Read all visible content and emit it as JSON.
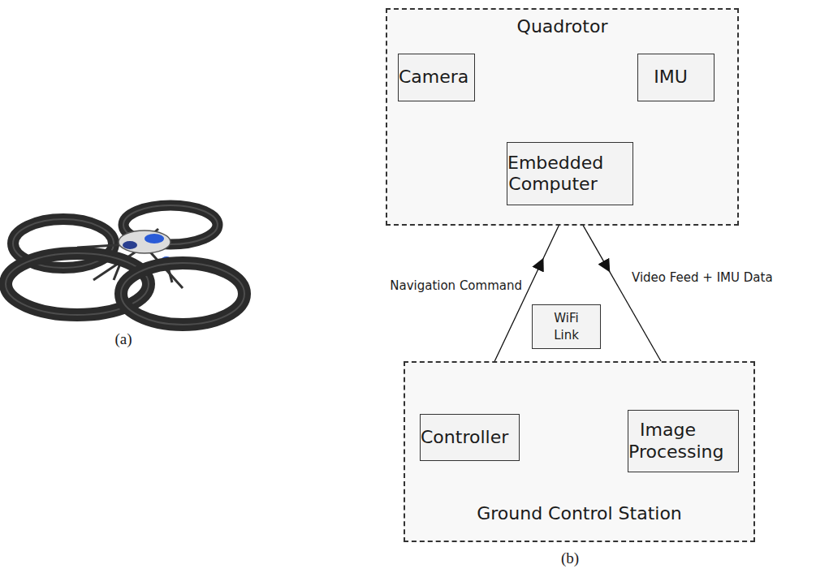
{
  "diagram": {
    "nodes": [
      {
        "text": [
          "Quadrotor"
        ]
      },
      {
        "text": [
          "Camera"
        ],
        "in": 0
      },
      {
        "text": [
          "IMU"
        ],
        "in": 0
      },
      {
        "text": [
          "Embedded Computer"
        ],
        "in": 0
      },
      {
        "text": [
          "WiFi Link"
        ]
      },
      {
        "text": [
          "Ground Control Station"
        ]
      },
      {
        "text": [
          "Controller"
        ],
        "in": 5
      },
      {
        "text": [
          "Image Processing"
        ],
        "in": 5
      }
    ],
    "edges": [
      {
        "from": 3,
        "to": 1,
        "arrow": "to"
      },
      {
        "from": 3,
        "to": 2,
        "arrow": "to"
      },
      {
        "from": 6,
        "to": 3,
        "label": "Navigation Command",
        "arrow": "to"
      },
      {
        "from": 3,
        "to": 7,
        "label": "Video Feed + IMU Data",
        "arrow": "to"
      },
      {
        "from": 7,
        "to": 6,
        "arrow": "to"
      }
    ],
    "labels": [
      "(a)",
      "(b)"
    ]
  }
}
